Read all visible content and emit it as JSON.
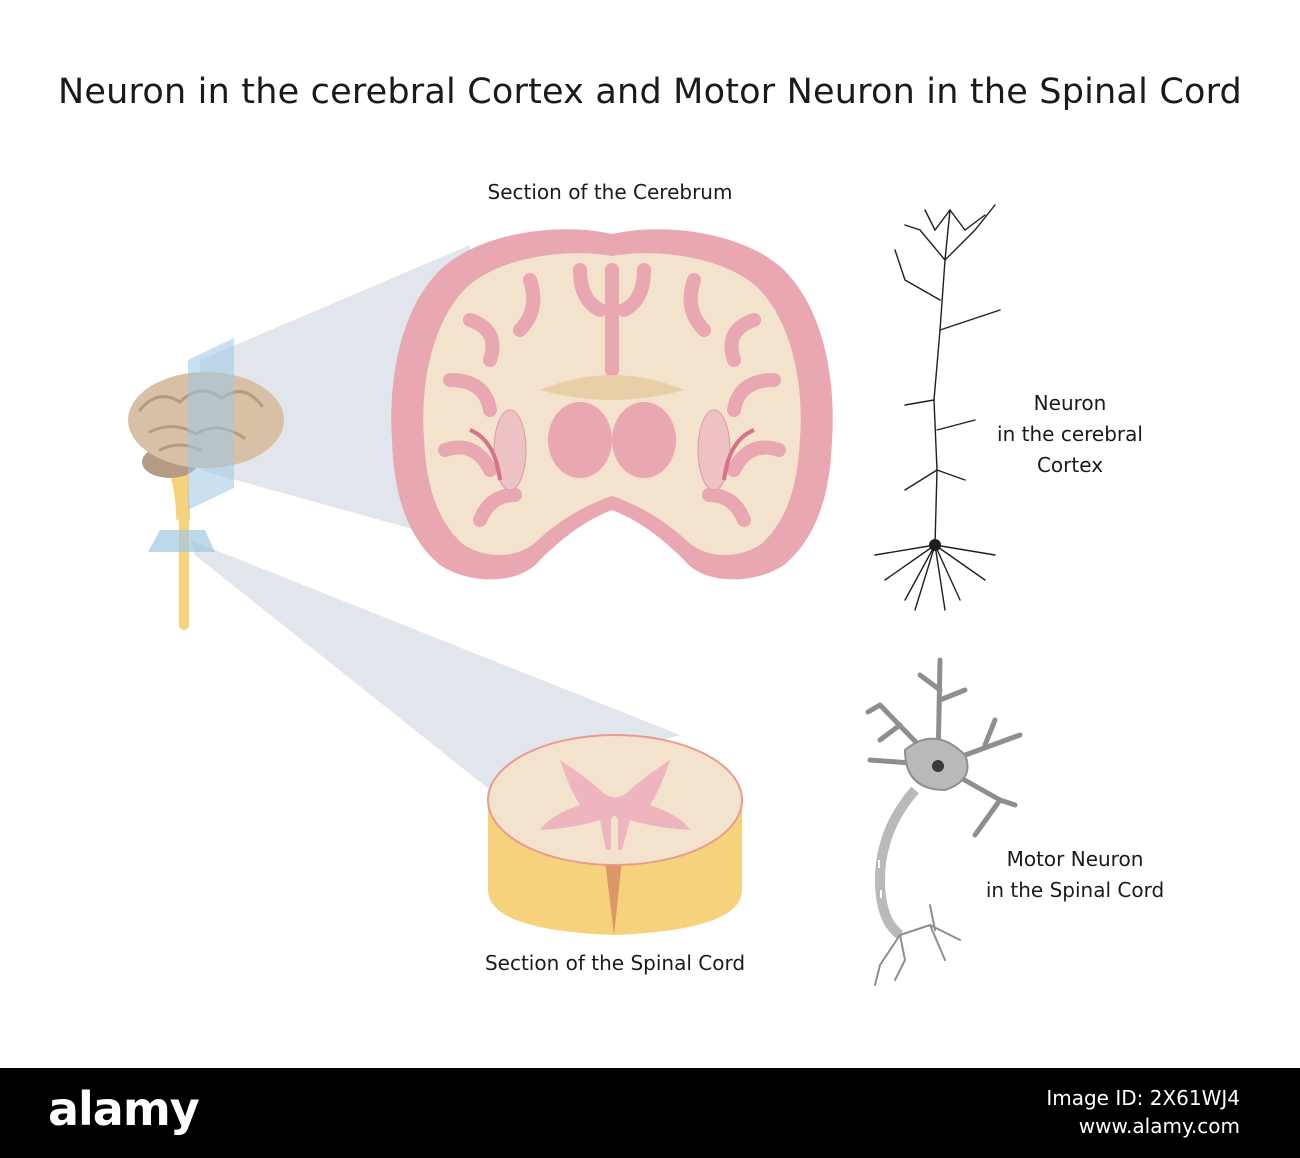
{
  "title": "Neuron in the cerebral Cortex and Motor Neuron in the Spinal Cord",
  "labels": {
    "cerebrum_section": "Section of the Cerebrum",
    "cortex_neuron_line1": "Neuron",
    "cortex_neuron_line2": "in the cerebral",
    "cortex_neuron_line3": "Cortex",
    "motor_neuron_line1": "Motor Neuron",
    "motor_neuron_line2": "in the Spinal Cord",
    "spinal_section": "Section of the Spinal Cord"
  },
  "footer": {
    "brand": "alamy",
    "image_id": "Image ID: 2X61WJ4",
    "site": "www.alamy.com"
  },
  "colors": {
    "cortex_pink": "#e8a7b1",
    "white_matter": "#f3e3cc",
    "spinal_yellow": "#f7d27c",
    "projection_blue": "#dde4ea",
    "plane_blue": "#a9cde6"
  }
}
